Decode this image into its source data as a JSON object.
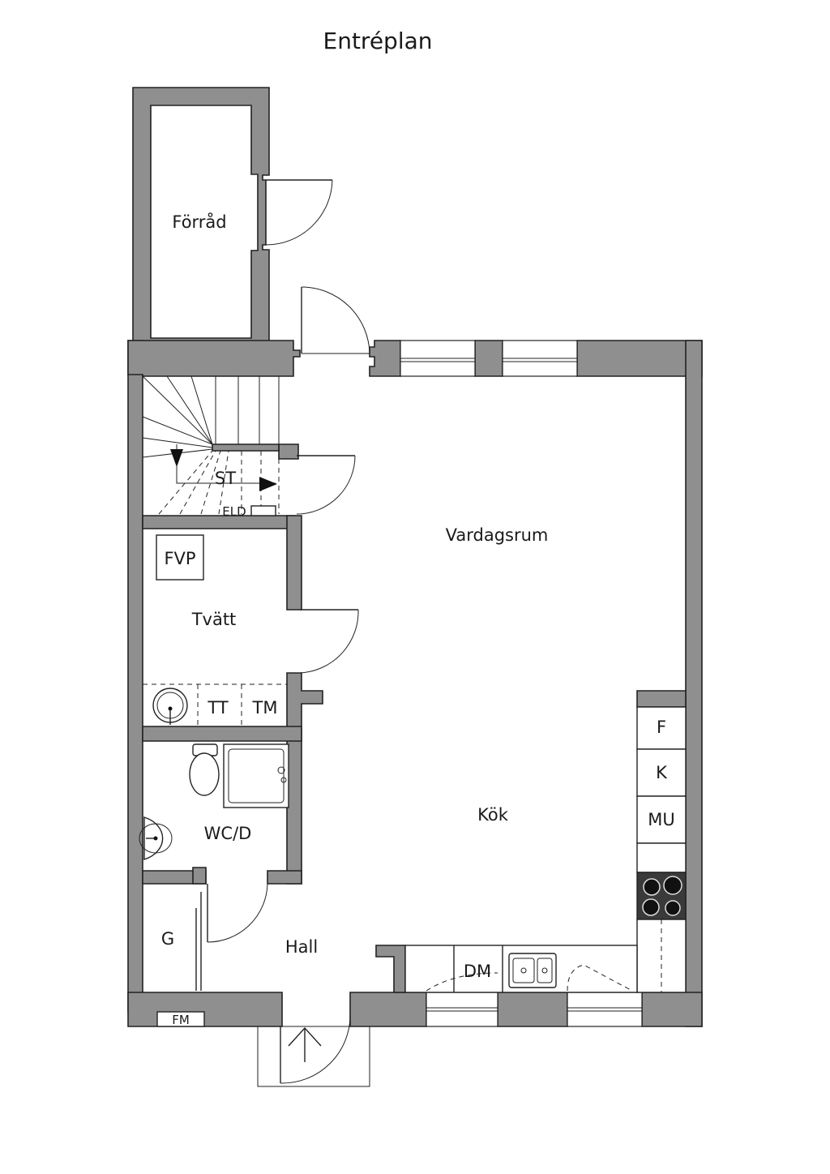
{
  "title": "Entréplan",
  "rooms": {
    "forrad": "Förråd",
    "st": "ST",
    "eld": "ELD",
    "fvp": "FVP",
    "tvatt": "Tvätt",
    "tt": "TT",
    "tm": "TM",
    "wcd": "WC/D",
    "g": "G",
    "fm": "FM",
    "hall": "Hall",
    "vardagsrum": "Vardagsrum",
    "kok": "Kök",
    "f": "F",
    "k": "K",
    "mu": "MU",
    "dm": "DM"
  },
  "colors": {
    "wall": "#8f8f8f",
    "line": "#222222",
    "hob": "#3a3a3a"
  }
}
